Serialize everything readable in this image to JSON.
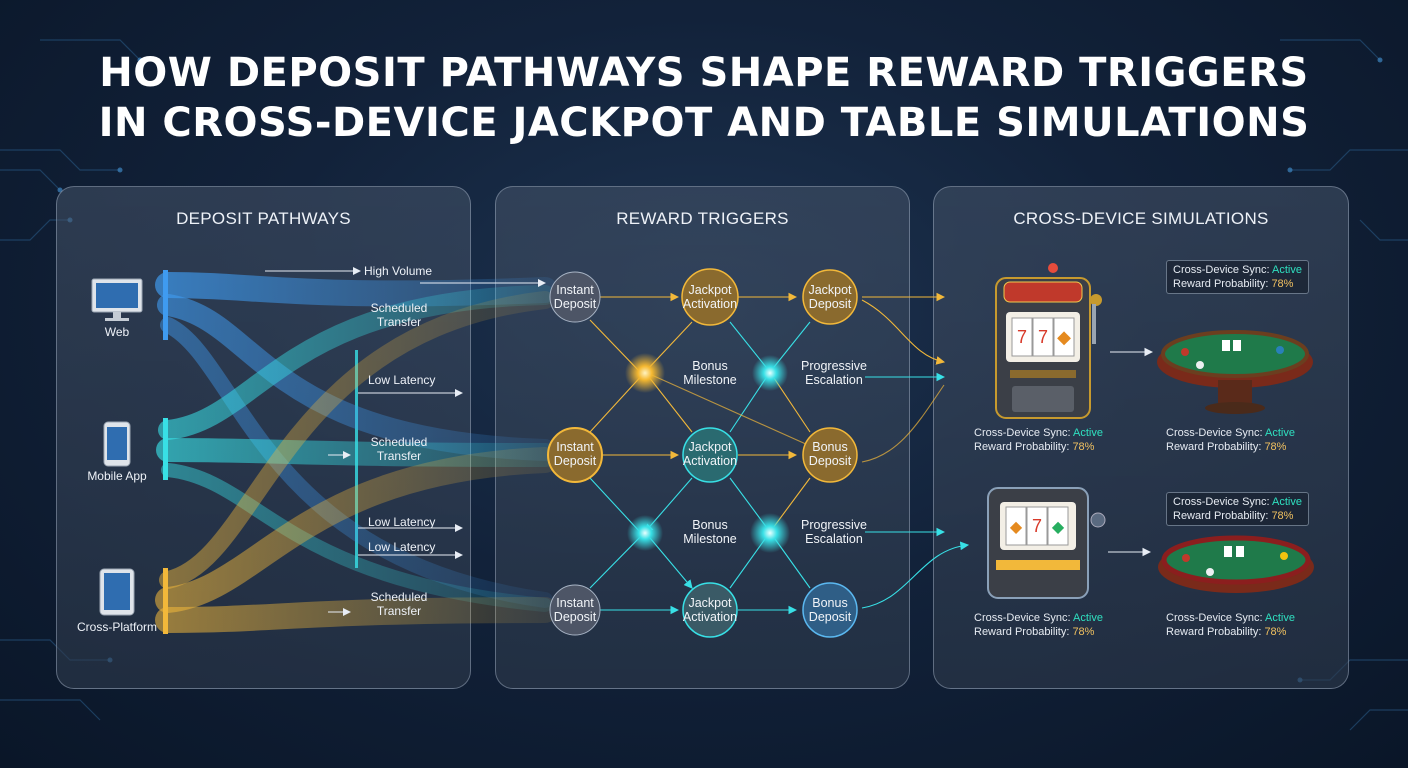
{
  "title": {
    "line1": "HOW DEPOSIT PATHWAYS SHAPE REWARD TRIGGERS",
    "line2": "IN CROSS-DEVICE JACKPOT AND TABLE SIMULATIONS"
  },
  "colors": {
    "blue": "#3f9bf0",
    "cyan": "#38e0e6",
    "yellow": "#f2b83a",
    "teal_active": "#2fe0c0"
  },
  "panels": {
    "deposit": {
      "heading": "DEPOSIT PATHWAYS",
      "devices": [
        {
          "label": "Web",
          "icon": "monitor-icon"
        },
        {
          "label": "Mobile App",
          "icon": "smartphone-icon"
        },
        {
          "label": "Cross-Platform",
          "icon": "tablet-icon"
        }
      ],
      "flow_labels": [
        "High Volume",
        "Scheduled Transfer",
        "Low Latency",
        "Scheduled Transfer",
        "Low Latency",
        "Low Latency",
        "Scheduled Transfer"
      ]
    },
    "reward": {
      "heading": "REWARD TRIGGERS",
      "nodes": [
        "Instant Deposit",
        "Jackpot Activation",
        "Jackpot Deposit",
        "Bonus Milestone",
        "Progressive Escalation",
        "Instant Deposit",
        "Jackpot Activation",
        "Bonus Deposit",
        "Bonus Milestone",
        "Progressive Escalation",
        "Instant Deposit",
        "Jackpot Activation",
        "Bonus Deposit"
      ]
    },
    "simulations": {
      "heading": "CROSS-DEVICE SIMULATIONS",
      "status": {
        "sync_label": "Cross-Device Sync:",
        "sync_value": "Active",
        "prob_label": "Reward Probability:",
        "prob_value": "78%"
      },
      "units": [
        {
          "icon": "slot-machine-icon"
        },
        {
          "icon": "poker-table-icon"
        },
        {
          "icon": "slot-machine-icon"
        },
        {
          "icon": "poker-table-icon"
        }
      ]
    }
  }
}
